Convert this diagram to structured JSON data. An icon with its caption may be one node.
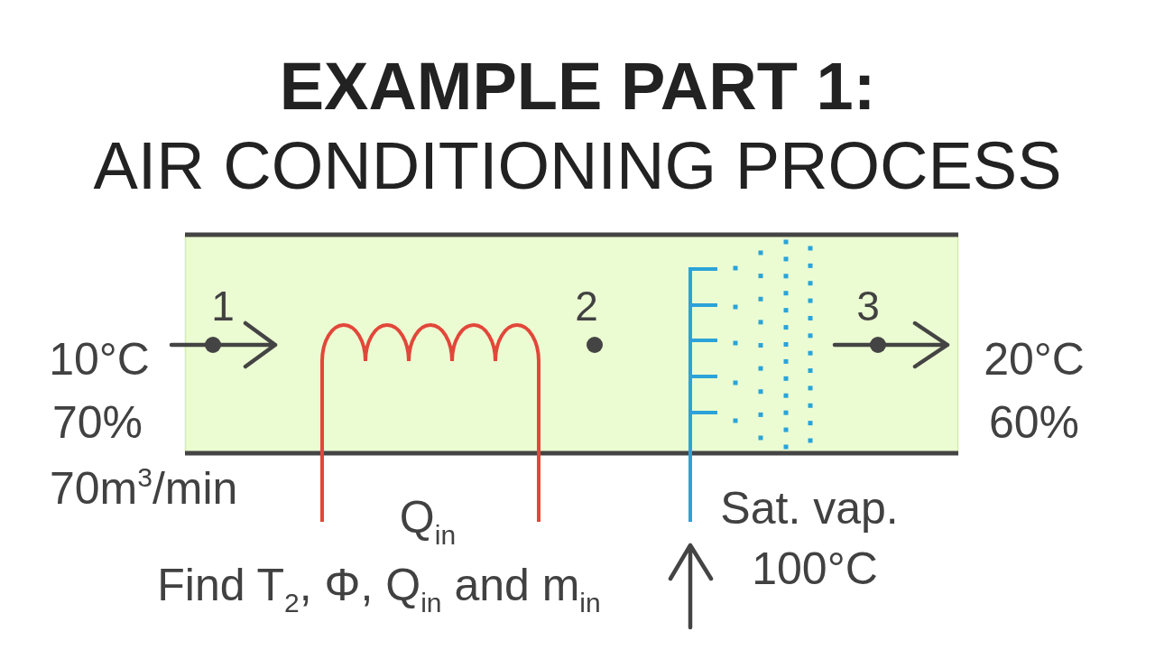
{
  "diagram": {
    "title": "**EXAMPLE PART 1:** AIR CONDITIONING PROCESS",
    "labels": [
      "1",
      "10°C",
      "70%",
      "70m$^{3}$/min",
      "2",
      "Q$_{in}$",
      "3",
      "20°C",
      "60%",
      "Sat. vap.",
      "100°C",
      "Find T$_{2}$, Φ, Q$_{in}$ and m$_{in}$"
    ]
  }
}
